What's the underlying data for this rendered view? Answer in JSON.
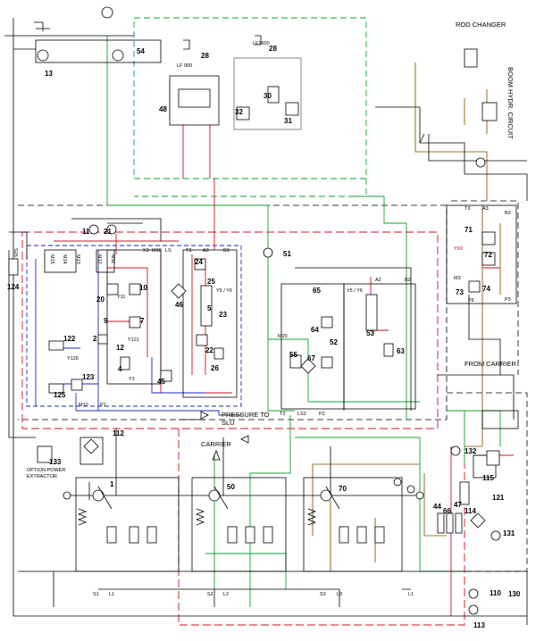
{
  "colors": {
    "red": "#c8141e",
    "green": "#10a030",
    "blue": "#1a28b8",
    "brown": "#9a7a30",
    "black": "#000000"
  },
  "annotations": {
    "rod_changer": "ROD CHANGER",
    "boom_hydr_circuit": "BOOM HYDR. CIRCUIT",
    "from_carrier": "FROM CARRIER",
    "pressure_to_slu_1": "PRESSURE TO",
    "pressure_to_slu_2": "SLU",
    "carrier": "CARRIER",
    "option_power_1": "OPTION POWER",
    "option_power_2": "EXTRACTOR"
  },
  "components": {
    "c1": "1",
    "c2": "2",
    "c4": "4",
    "c5": "5",
    "c7": "7",
    "c9": "9",
    "c10": "10",
    "c11": "11",
    "c12": "12",
    "c13": "13",
    "c20": "20",
    "c21": "21",
    "c22": "22",
    "c23": "23",
    "c24": "24",
    "c25": "25",
    "c26": "26",
    "c28a": "28",
    "c28b": "28",
    "c30": "30",
    "c31": "31",
    "c32": "32",
    "c45": "45",
    "c46": "46",
    "c47": "47",
    "c48": "48",
    "c50": "50",
    "c51": "51",
    "c52": "52",
    "c53": "53",
    "c54": "54",
    "c55": "55",
    "c63": "63",
    "c64": "64",
    "c65": "65",
    "c66": "66",
    "c67": "67",
    "c70": "70",
    "c71": "71",
    "c72": "72",
    "c73": "73",
    "c74": "74",
    "c44": "44",
    "c110": "110",
    "c112": "112",
    "c113": "113",
    "c114": "114",
    "c115": "115",
    "c121": "121",
    "c122": "122",
    "c123": "123",
    "c124": "124",
    "c125": "125",
    "c130": "130",
    "c131": "131",
    "c132": "132",
    "c133": "133"
  },
  "ports": {
    "a3a": "A3",
    "b3a": "B3",
    "t3a": "T3",
    "x3": "X3",
    "m30": "M30",
    "ls": "LS",
    "a3b": "A3",
    "b3b": "B3",
    "t3b": "T3",
    "m3": "M3",
    "p3": "P3",
    "p6": "P6",
    "m10": "M10",
    "p1": "P1",
    "t2": "T2",
    "ls2": "LS2",
    "p2": "P2",
    "a2": "A2",
    "b2": "B2",
    "m20": "M20",
    "s1": "S1",
    "l1a": "L1",
    "s2": "S2",
    "l2": "L2",
    "s3": "S3",
    "l3": "L3",
    "l1b": "L1",
    "m15": "M15",
    "m14": "M14",
    "m13": "M13",
    "m12": "M12",
    "m11": "M11",
    "s26": "S26",
    "lf900": "LF 900",
    "lf1600": "LF1600"
  },
  "solenoids": {
    "y1": "Y1",
    "y11": "Y11",
    "y121": "Y121",
    "y126": "Y126",
    "y5y6a": "Y5 / Y6",
    "y5y6b": "Y5 / Y6",
    "y69": "Y69"
  }
}
